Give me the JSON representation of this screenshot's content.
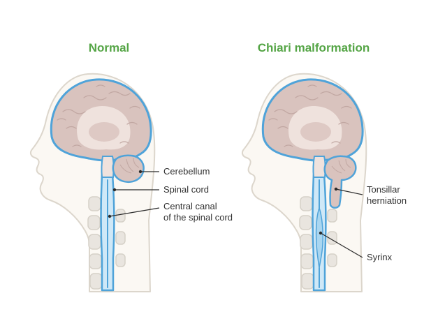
{
  "titles": {
    "left": "Normal",
    "right": "Chiari malformation"
  },
  "labels": {
    "cerebellum": "Cerebellum",
    "spinal_cord": "Spinal cord",
    "central_canal_1": "Central canal",
    "central_canal_2": "of the spinal cord",
    "tonsillar_1": "Tonsillar",
    "tonsillar_2": "herniation",
    "syrinx": "Syrinx"
  },
  "colors": {
    "title_green": "#55a546",
    "outline_blue": "#4fa3d9",
    "csf_blue": "#cfe8f7",
    "syrinx_blue": "#a9d6f0",
    "brain_fill": "#d9c3be",
    "brain_inner": "#efe2dd",
    "brain_texture": "#c1a7a2",
    "skin_fill": "#fbf8f3",
    "skin_outline": "#dcd6cc",
    "vertebra_fill": "#e9e5df",
    "vertebra_outline": "#d6d1c8",
    "label_text": "#333333",
    "leader_line": "#2b2b2b",
    "background": "#ffffff"
  }
}
